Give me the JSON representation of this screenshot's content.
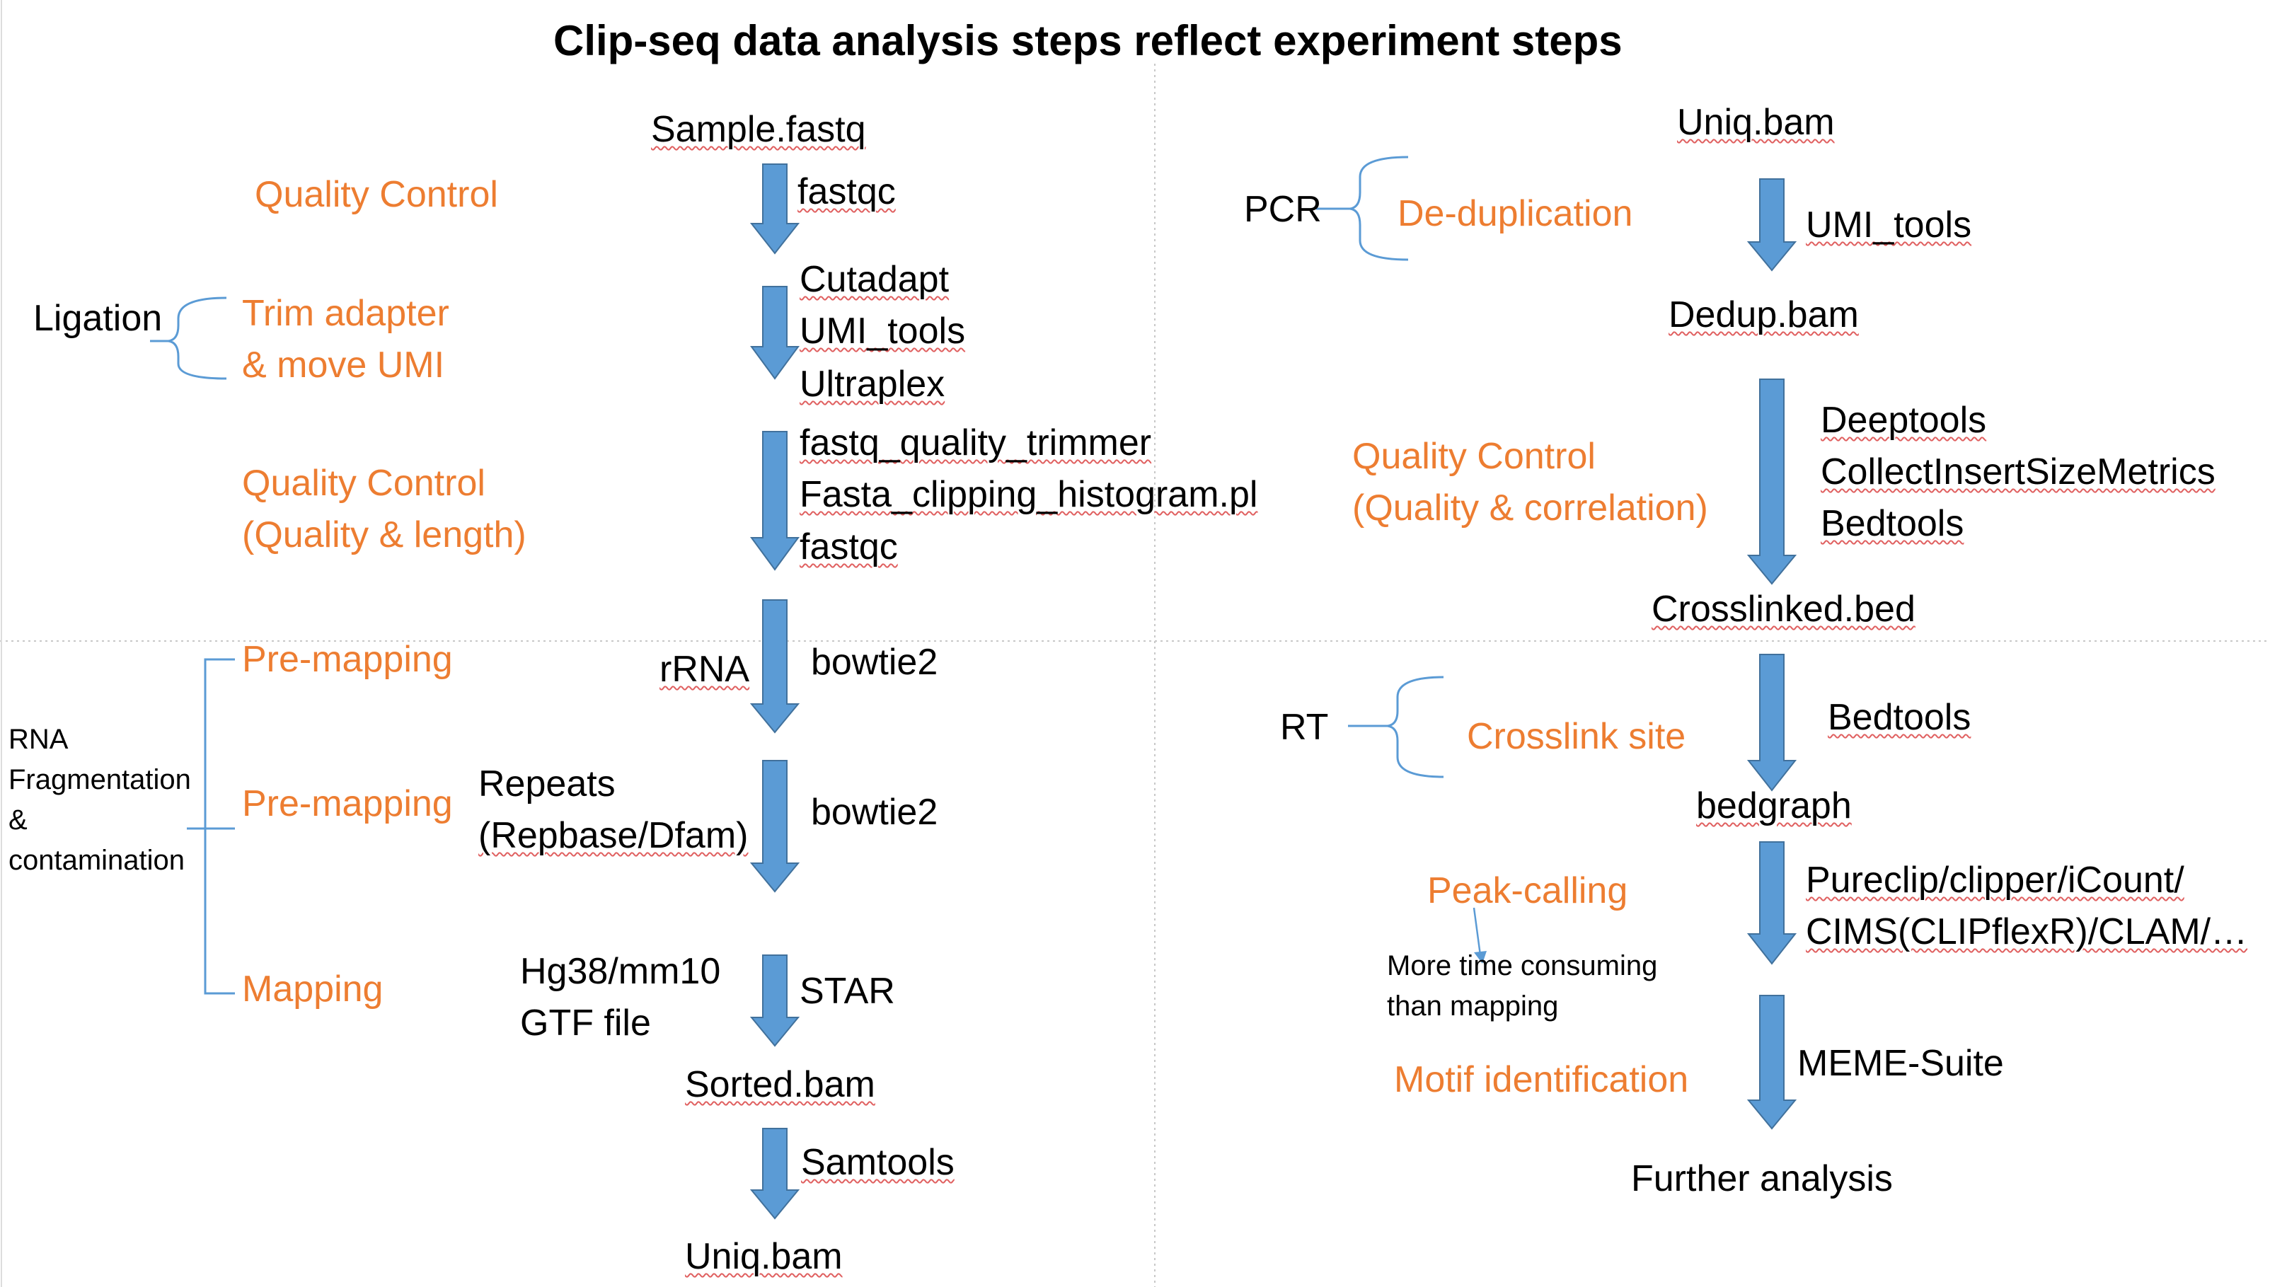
{
  "title": "Clip-seq data analysis steps reflect experiment steps",
  "colors": {
    "arrow_fill": "#5B9BD5",
    "arrow_stroke": "#41719C",
    "step_text": "#ED7D31",
    "brace": "#5B9BD5",
    "divider": "#C8C8C8"
  },
  "left": {
    "files": {
      "sample": "Sample.fastq",
      "sorted": "Sorted.bam",
      "uniq": "Uniq.bam"
    },
    "tools": {
      "fastqc": "fastqc",
      "cutadapt": "Cutadapt",
      "umi_tools": "UMI_tools",
      "ultraplex": "Ultraplex",
      "fastq_trimmer": "fastq_quality_trimmer",
      "fasta_clipping": "Fasta_clipping_histogram.pl",
      "fastqc2": "fastqc",
      "bowtie2_a": "bowtie2",
      "bowtie2_b": "bowtie2",
      "star": "STAR",
      "samtools": "Samtools"
    },
    "inputs": {
      "rrna": "rRNA",
      "repeats_1": "Repeats",
      "repeats_2": "(Repbase/Dfam)",
      "genome_1": "Hg38/mm10",
      "genome_2": "GTF file"
    },
    "steps": {
      "qc1": "Quality Control",
      "trim_1": "Trim adapter",
      "trim_2": "& move UMI",
      "qc2_1": "Quality Control",
      "qc2_2": "(Quality & length)",
      "premap1": "Pre-mapping",
      "premap2": "Pre-mapping",
      "mapping": "Mapping"
    },
    "experiment": {
      "ligation": "Ligation",
      "rna_frag": [
        "RNA",
        "Fragmentation",
        "&",
        "contamination"
      ]
    }
  },
  "right": {
    "files": {
      "uniq": "Uniq.bam",
      "dedup": "Dedup.bam",
      "crosslinked": "Crosslinked.bed",
      "bedgraph": "bedgraph",
      "further": "Further analysis"
    },
    "tools": {
      "umi_tools": "UMI_tools",
      "deeptools": "Deeptools",
      "collect": "CollectInsertSizeMetrics",
      "bedtools1": "Bedtools",
      "bedtools2": "Bedtools",
      "peak_1": "Pureclip/clipper/iCount/",
      "peak_2": "CIMS(CLIPflexR)/CLAM/…",
      "meme": "MEME-Suite"
    },
    "steps": {
      "dedup": "De-duplication",
      "qc_1": "Quality Control",
      "qc_2": "(Quality & correlation)",
      "crosslink": "Crosslink site",
      "peak": "Peak-calling",
      "motif": "Motif identification"
    },
    "experiment": {
      "pcr": "PCR",
      "rt": "RT"
    },
    "note": [
      "More time consuming",
      "than mapping"
    ]
  }
}
